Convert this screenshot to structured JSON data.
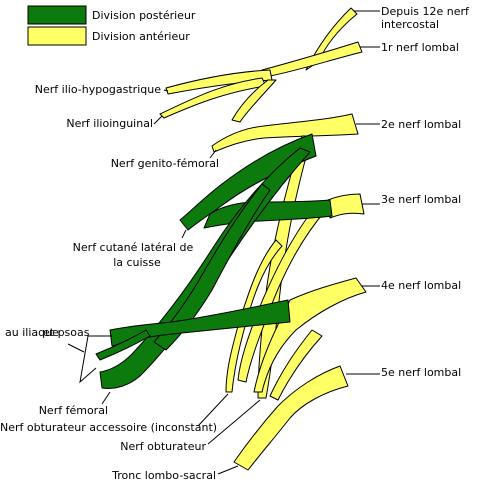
{
  "legend": [
    {
      "label": "Division postérieur",
      "color": "#0d7a0d"
    },
    {
      "label": "Division antérieur",
      "color": "#ffff66"
    }
  ],
  "labels_right": {
    "t12_line1": "Depuis 12e nerf",
    "t12_line2": "intercostal",
    "l1": "1r nerf lombal",
    "l2": "2e nerf lombal",
    "l3": "3e nerf lombal",
    "l4": "4e nerf lombal",
    "l5": "5e nerf lombal"
  },
  "labels_left": {
    "iliohypogastric": "Nerf ilio-hypogastrique",
    "ilioinguinal": "Nerf ilioinguinal",
    "genitofemoral": "Nerf genito-fémoral",
    "lat_cutaneous_line1": "Nerf cutané latéral de",
    "lat_cutaneous_line2": "la cuisse",
    "muscles_a": "au iliaque",
    "muscles_b": "et psoas",
    "femoral": "Nerf fémoral",
    "accessory_obturator": "Nerf obturateur accessoire (inconstant)",
    "obturator": "Nerf obturateur",
    "lumbosacral": "Tronc lombo-sacral"
  },
  "colors": {
    "posterior": "#0d7a0d",
    "anterior": "#ffff66",
    "outline": "#000000"
  }
}
